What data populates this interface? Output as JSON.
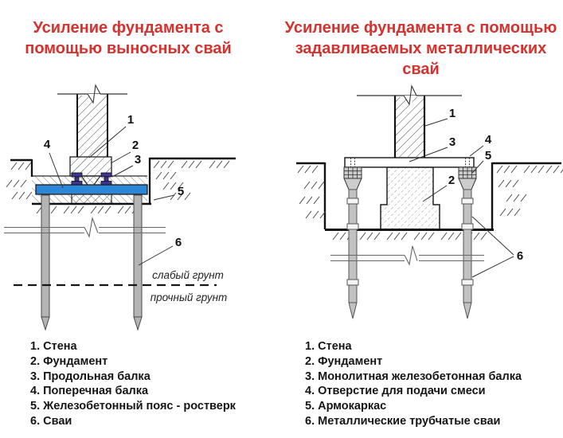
{
  "colors": {
    "title_red": "#d5312d",
    "beam_blue": "#2e86d6",
    "ibeam_purple": "#3c3690",
    "pile_gray_left": "#b4b4b4",
    "pile_gray_right": "#c2c2c2",
    "cap_gray": "#cccccc"
  },
  "left": {
    "title_line1": "Усиление фундамента с",
    "title_line2": "помощью выносных свай",
    "labels": {
      "n1": "1",
      "n2": "2",
      "n3": "3",
      "n4": "4",
      "n5": "5",
      "n6": "6"
    },
    "soil_weak": "слабый грунт",
    "soil_strong": "прочный грунт",
    "legend": [
      "1. Стена",
      "2. Фундамент",
      "3. Продольная балка",
      "4. Поперечная балка",
      "5. Железобетонный пояс - ростверк",
      "6. Сваи"
    ]
  },
  "right": {
    "title_line1": "Усиление фундамента с помощью",
    "title_line2": "задавливаемых металлических свай",
    "labels": {
      "n1": "1",
      "n2": "2",
      "n3": "3",
      "n4": "4",
      "n5": "5",
      "n6": "6"
    },
    "legend": [
      "1. Стена",
      "2. Фундамент",
      "3. Монолитная железобетонная балка",
      "4. Отверстие для подачи смеси",
      "5. Армокаркас",
      "6. Металлические трубчатые сваи"
    ]
  }
}
